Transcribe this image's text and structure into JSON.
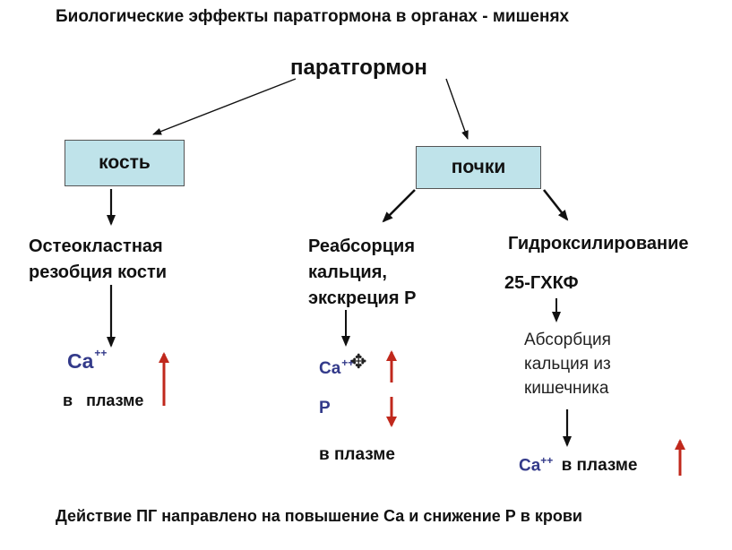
{
  "title": "Биологические эффекты паратгормона в органах - мишенях",
  "hormone": "паратгормон",
  "boxes": {
    "bone": "кость",
    "kidney": "почки"
  },
  "bone_branch": {
    "effect_line1": "Остеокластная",
    "effect_line2": "резобция кости",
    "ion": "Ca",
    "charge": "++",
    "plasma": "в   плазме"
  },
  "reabsorption_branch": {
    "line1": "Реабсорция",
    "line2": "кальция,",
    "line3": "экскреция Р",
    "ion_ca": "Ca",
    "charge": "++",
    "ion_p": "P",
    "plasma": "в плазме"
  },
  "hydroxylation_branch": {
    "line1": "Гидроксилирование",
    "line2": "25-ГХКФ",
    "abs_line1": "Абсорбция",
    "abs_line2": "кальция из",
    "abs_line3": "кишечника",
    "ion": "Ca",
    "charge": "++",
    "plasma": "в плазме"
  },
  "conclusion": "Действие ПГ направлено на повышение Са и снижение Р в крови",
  "colors": {
    "box_fill": "#bfe3ea",
    "ion_text": "#333a8a",
    "arrow_up_down": "#c0281c",
    "arrow_black": "#111111"
  },
  "icons": {
    "cursor": "move-cursor-icon"
  }
}
